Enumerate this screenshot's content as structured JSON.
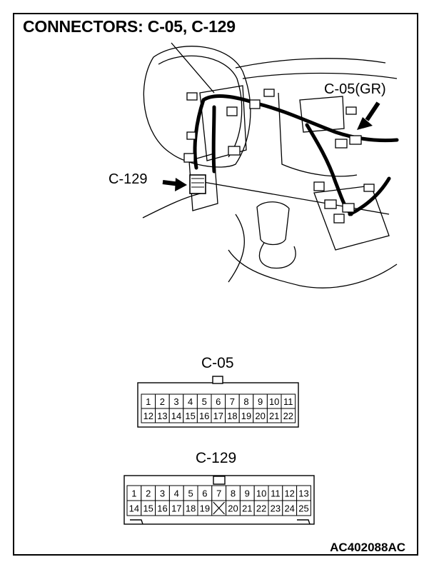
{
  "title": "CONNECTORS: C-05, C-129",
  "figure_ref": "AC402088AC",
  "callouts": {
    "c05_location": "C-05(GR)",
    "c129_location": "C-129"
  },
  "connector_c05": {
    "label": "C-05",
    "row1": [
      "1",
      "2",
      "3",
      "4",
      "5",
      "6",
      "7",
      "8",
      "9",
      "10",
      "11"
    ],
    "row2": [
      "12",
      "13",
      "14",
      "15",
      "16",
      "17",
      "18",
      "19",
      "20",
      "21",
      "22"
    ]
  },
  "connector_c129": {
    "label": "C-129",
    "row1": [
      "1",
      "2",
      "3",
      "4",
      "5",
      "6",
      "7",
      "8",
      "9",
      "10",
      "11",
      "12",
      "13"
    ],
    "row2": [
      "14",
      "15",
      "16",
      "17",
      "18",
      "19",
      "",
      "20",
      "21",
      "22",
      "23",
      "24",
      "25"
    ]
  }
}
